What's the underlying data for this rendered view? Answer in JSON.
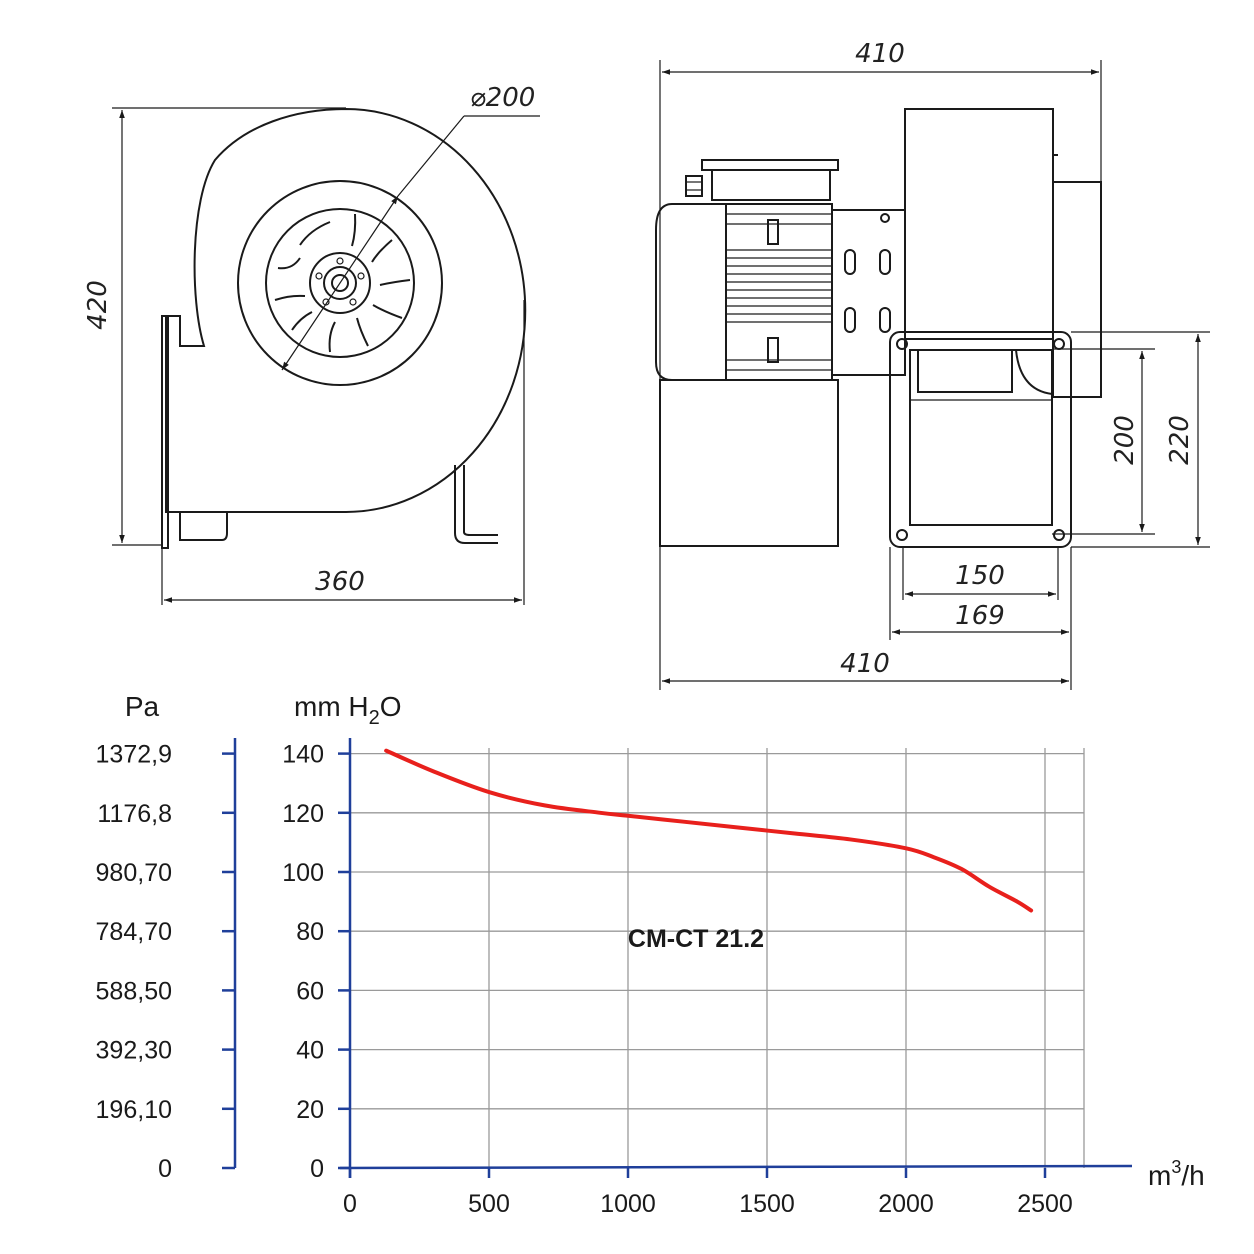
{
  "drawing": {
    "front_view": {
      "height_dim": "420",
      "width_dim": "360",
      "diameter_dim": "⌀200"
    },
    "side_view": {
      "top_width_dim": "410",
      "bottom_width_dim": "410",
      "outlet_inner_width_dim": "150",
      "outlet_flange_width_dim": "169",
      "outlet_inner_height_dim": "200",
      "outlet_flange_height_dim": "220"
    }
  },
  "chart_data": {
    "type": "line",
    "x_axis": {
      "label_base": "m",
      "label_sup": "3",
      "label_tail": "/h",
      "ticks": [
        0,
        500,
        1000,
        1500,
        2000,
        2500
      ],
      "range": [
        0,
        2600
      ]
    },
    "y_axis_left": {
      "label": "Pa",
      "ticks": [
        "0",
        "196,10",
        "392,30",
        "588,50",
        "784,70",
        "980,70",
        "1176,8",
        "1372,9"
      ]
    },
    "y_axis_right": {
      "label_base": "mm H",
      "label_sub": "2",
      "label_tail": "O",
      "ticks": [
        0,
        20,
        40,
        60,
        80,
        100,
        120,
        140
      ],
      "range": [
        0,
        140
      ]
    },
    "grid": true,
    "series": [
      {
        "name": "CM-CT 21.2",
        "color": "#e8201c",
        "x": [
          130,
          300,
          500,
          700,
          900,
          1000,
          1200,
          1400,
          1600,
          1800,
          2000,
          2100,
          2200,
          2300,
          2400,
          2450
        ],
        "y": [
          141,
          134,
          127,
          122.5,
          120,
          119,
          117,
          115,
          113,
          111,
          108,
          105,
          101,
          95,
          90,
          87
        ]
      }
    ]
  }
}
